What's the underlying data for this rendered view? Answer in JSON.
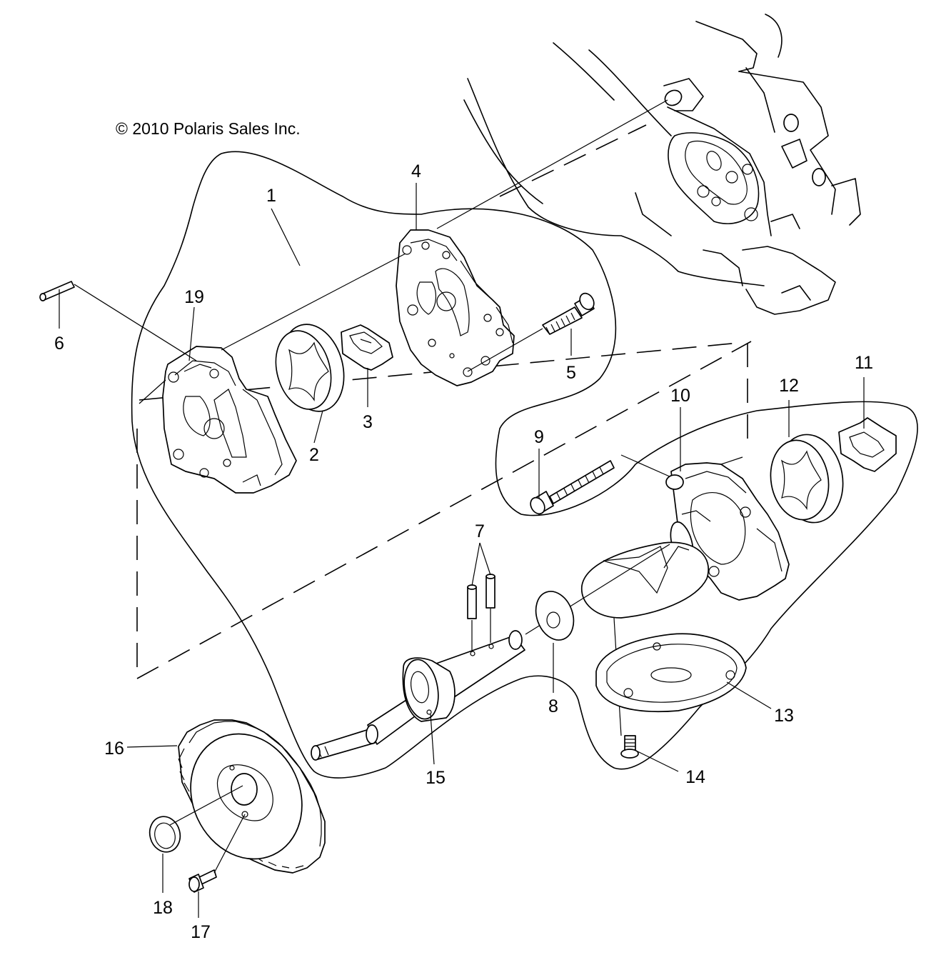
{
  "copyright": "© 2010 Polaris Sales Inc.",
  "callouts": [
    {
      "id": "1",
      "text": "1"
    },
    {
      "id": "2",
      "text": "2"
    },
    {
      "id": "3",
      "text": "3"
    },
    {
      "id": "4",
      "text": "4"
    },
    {
      "id": "5",
      "text": "5"
    },
    {
      "id": "6",
      "text": "6"
    },
    {
      "id": "7",
      "text": "7"
    },
    {
      "id": "8",
      "text": "8"
    },
    {
      "id": "9",
      "text": "9"
    },
    {
      "id": "10",
      "text": "10"
    },
    {
      "id": "11",
      "text": "11"
    },
    {
      "id": "12",
      "text": "12"
    },
    {
      "id": "13",
      "text": "13"
    },
    {
      "id": "14",
      "text": "14"
    },
    {
      "id": "15",
      "text": "15"
    },
    {
      "id": "16",
      "text": "16"
    },
    {
      "id": "17",
      "text": "17"
    },
    {
      "id": "18",
      "text": "18"
    },
    {
      "id": "19",
      "text": "19"
    }
  ]
}
